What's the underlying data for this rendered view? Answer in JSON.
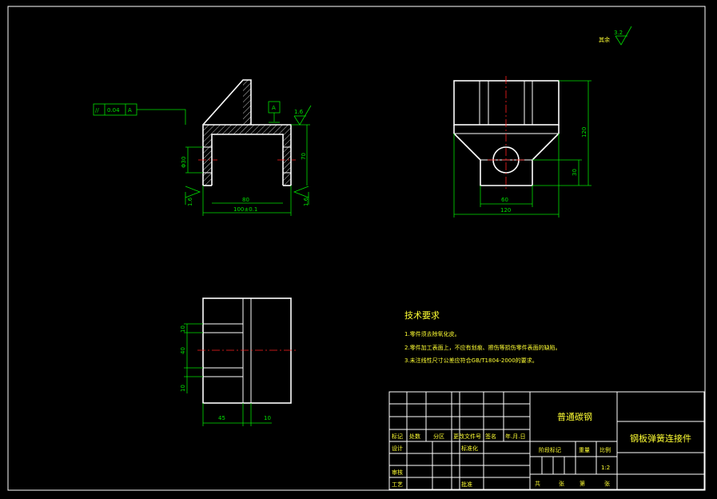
{
  "surface": {
    "finish": "3.2",
    "finish_label": "其余"
  },
  "front_view": {
    "flatness_symbol": "//",
    "flatness_value": "0.04",
    "datum": "A",
    "datum_box": "A",
    "roughness_top": "1.6",
    "roughness_left": "1.6",
    "roughness_right": "1.6",
    "dim_inner_width": "80",
    "dim_outer_width": "100±0.1",
    "dim_height": "70",
    "dim_hole": "Φ30"
  },
  "side_view": {
    "dim_height": "120",
    "dim_lower": "30",
    "dim_inner": "60",
    "dim_width": "120"
  },
  "top_view": {
    "dim_a": "10",
    "dim_b": "40",
    "dim_c": "10",
    "dim_left": "45",
    "dim_right": "10"
  },
  "notes": {
    "title": "技术要求",
    "items": [
      "1.零件须去除氧化皮。",
      "2.零件加工表面上，不应有划痕、擦伤等损伤零件表面的缺陷。",
      "3.未注线性尺寸公差应符合GB/T1804-2000的要求。"
    ]
  },
  "title_block": {
    "material": "普通碳钢",
    "part_name": "钢板弹簧连接件",
    "scale": "1:2",
    "col_labels": [
      "标记",
      "处数",
      "分区",
      "更改文件号",
      "签名",
      "年.月.日"
    ],
    "design": "设计",
    "standardize": "标准化",
    "review": "审核",
    "process": "工艺",
    "approve": "批准",
    "stage_mark": "阶段标记",
    "weight": "重量",
    "scale_label": "比例",
    "sheets": "共",
    "sheet_of": "张",
    "sheet_no": "第",
    "sheet_no2": "张"
  }
}
